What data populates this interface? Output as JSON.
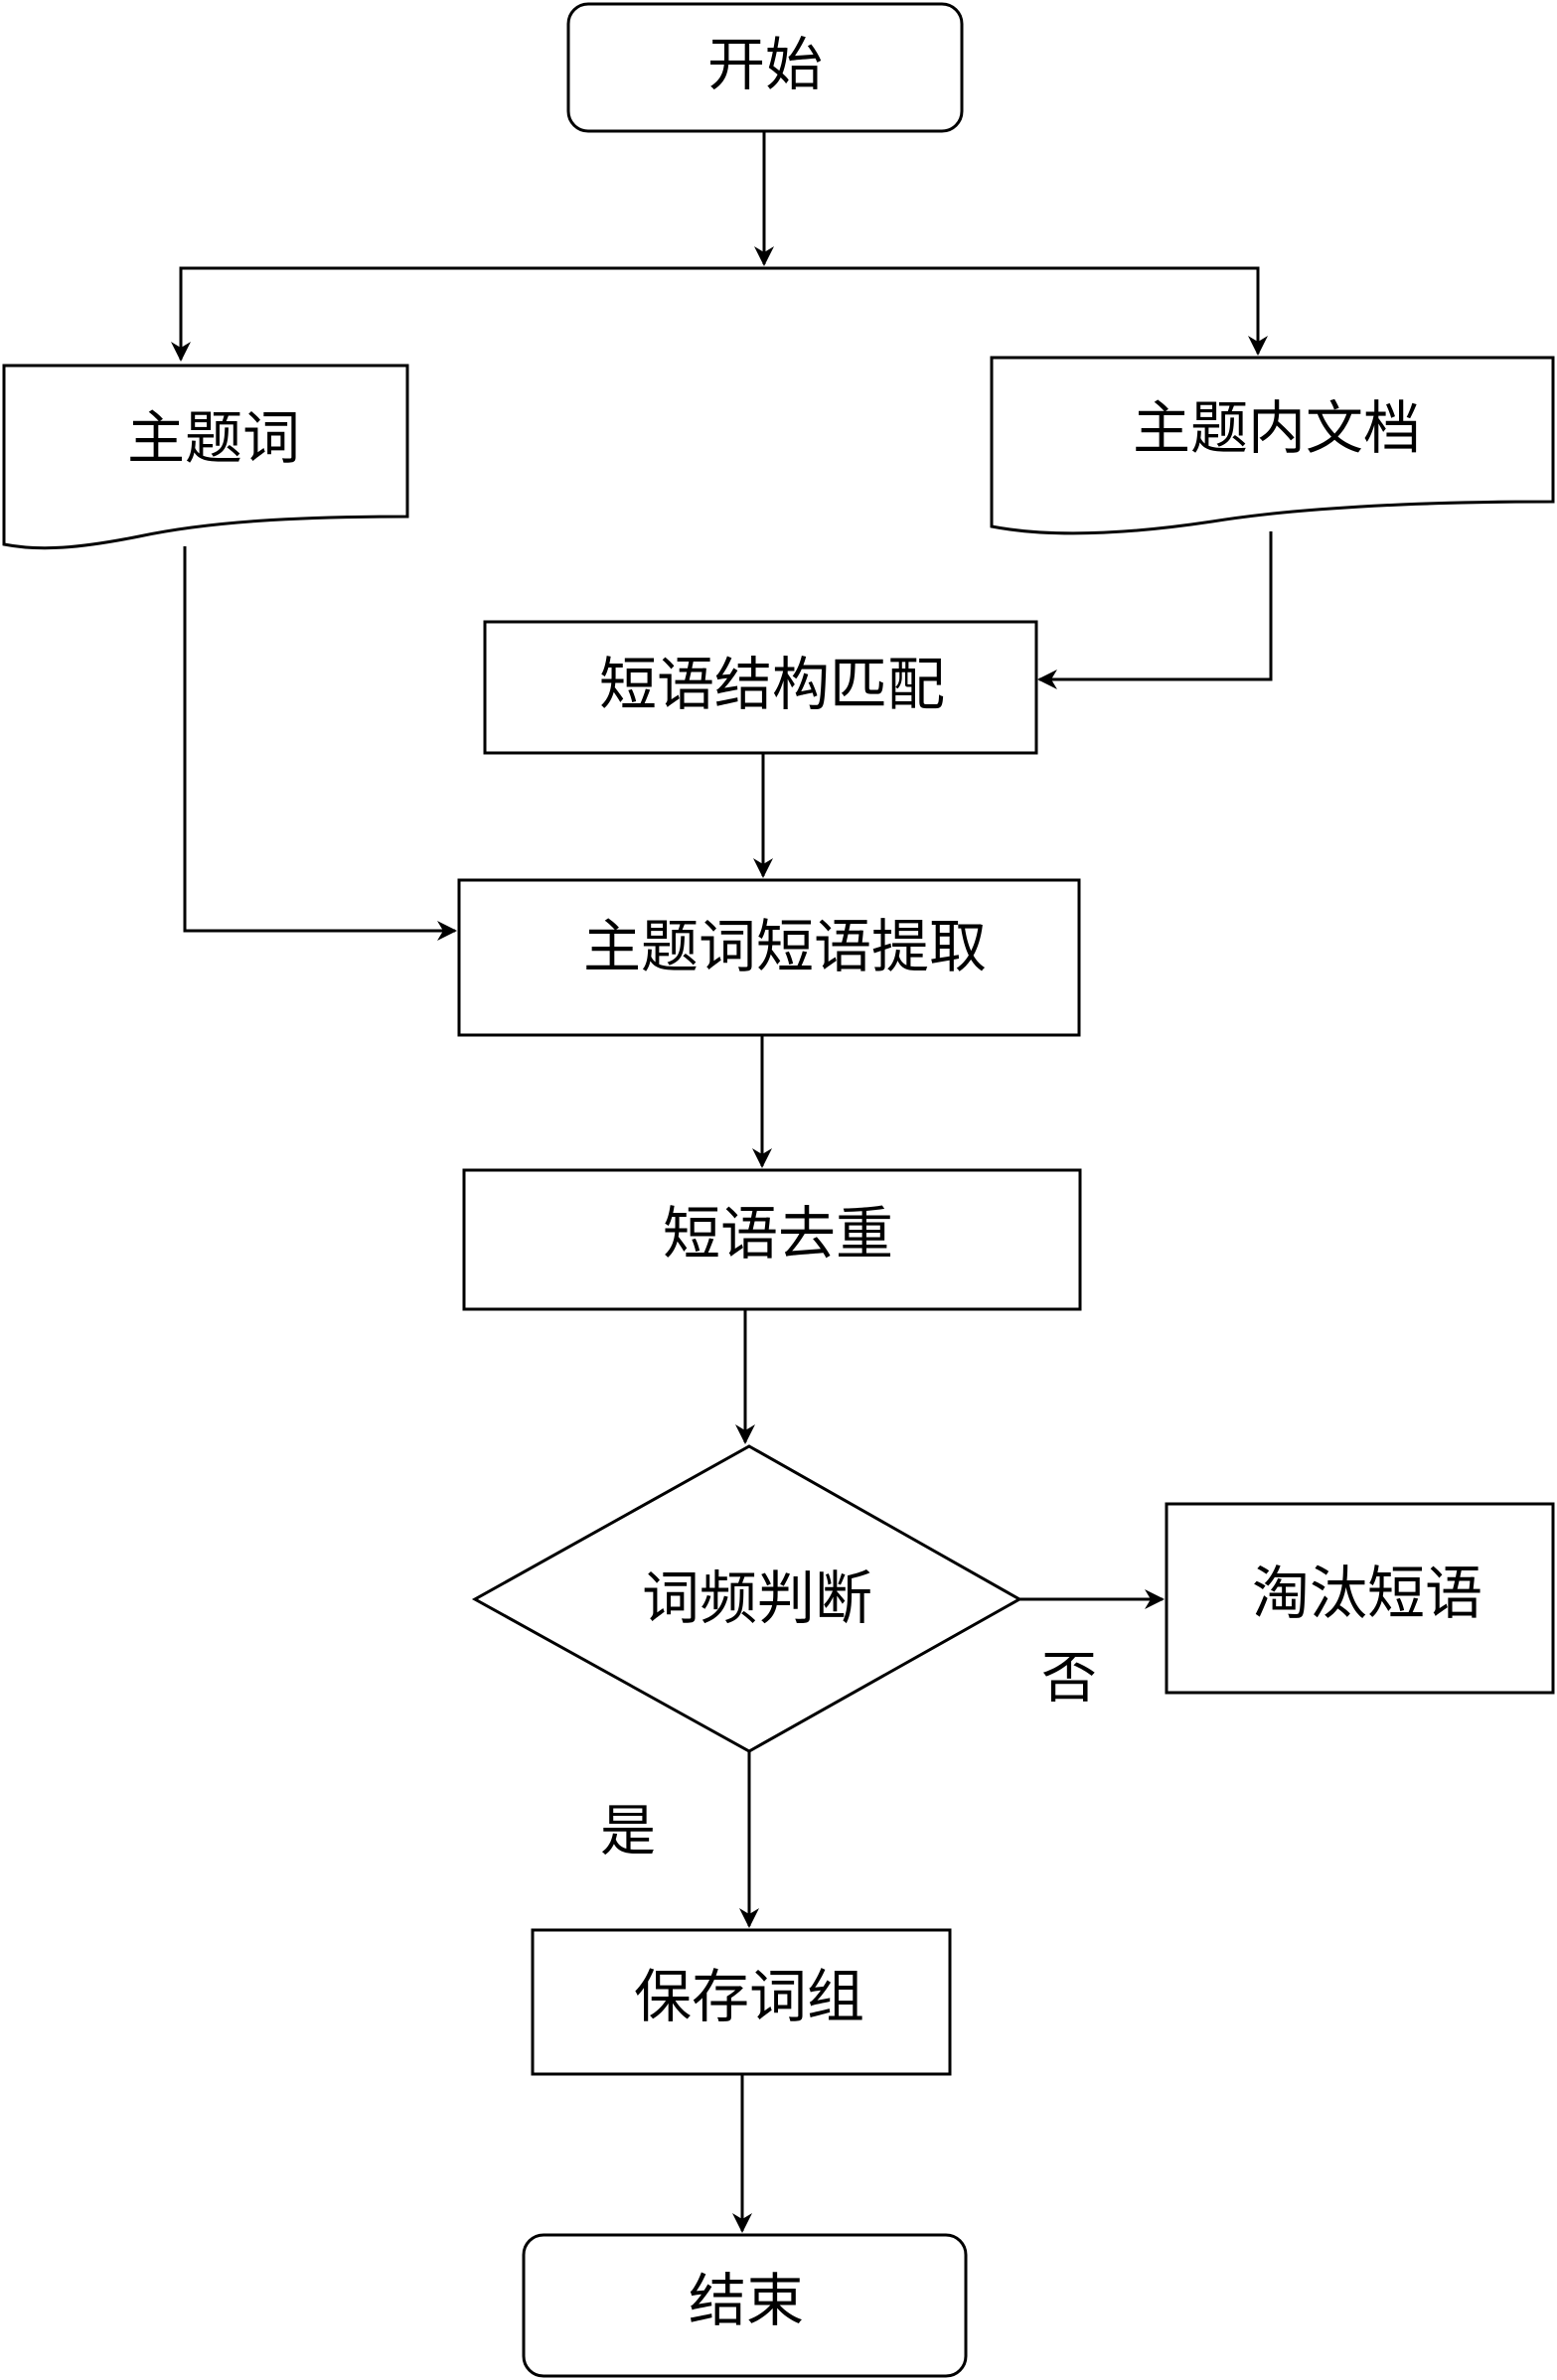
{
  "nodes": {
    "start": "开始",
    "keyword": "主题词",
    "topic_docs": "主题内文档",
    "phrase_match": "短语结构匹配",
    "phrase_extract": "主题词短语提取",
    "dedup": "短语去重",
    "freq_check": "词频判断",
    "discard": "淘汰短语",
    "save": "保存词组",
    "end": "结束"
  },
  "edge_labels": {
    "no": "否",
    "yes": "是"
  },
  "colors": {
    "stroke": "#000000",
    "background": "#ffffff"
  }
}
